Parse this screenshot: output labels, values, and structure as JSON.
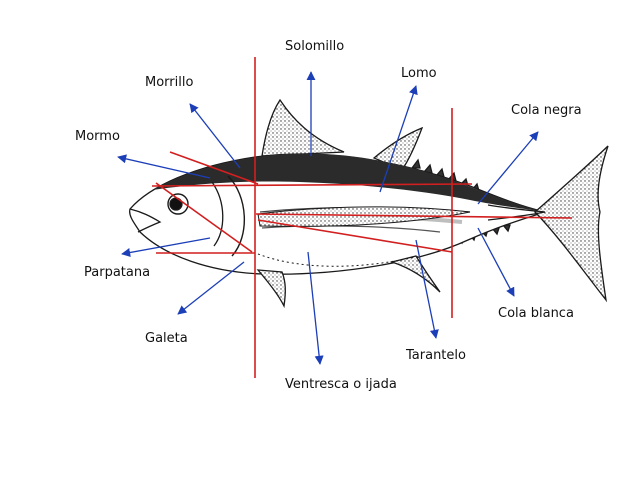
{
  "labels": {
    "solomillo": "Solomillo",
    "lomo": "Lomo",
    "morrillo": "Morrillo",
    "cola_negra": "Cola negra",
    "mormo": "Mormo",
    "parpatana": "Parpatana",
    "galeta": "Galeta",
    "cola_blanca": "Cola blanca",
    "tarantelo": "Tarantelo",
    "ventresca": "Ventresca o ijada"
  },
  "colors": {
    "cut_line": "#d21f1f",
    "pointer": "#1c3fb8",
    "fish_outline": "#1a1a1a",
    "fish_back": "#2b2b2b"
  }
}
